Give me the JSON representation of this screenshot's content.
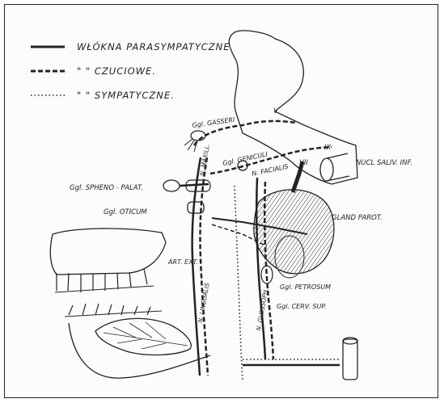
{
  "legend": {
    "items": [
      {
        "text": "WŁÓKNA PARASYMPATYCZNE",
        "style": "solid"
      },
      {
        "text": "\"    \"    CZUCIOWE.",
        "style": "dashed"
      },
      {
        "text": "\"    \"    SYMPATYCZNE.",
        "style": "dotted"
      }
    ]
  },
  "labels": {
    "v": "V",
    "gasseri": "Ggl. GASSERI",
    "vii": "VII",
    "ix": "IX",
    "nucl": "NUCL SALIV. INF.",
    "geniculi": "Ggl. GENICULI",
    "facialis": "N. FACIALIS",
    "maxill": "N. MAXILL.",
    "spheno": "Ggl. SPHENO - PALAT.",
    "oticum": "Ggl. OTICUM",
    "glandparot": "GLAND PAROT.",
    "artext": "ART. EXT.",
    "lingualis": "N. LINGUALIS",
    "petrosum": "Ggl. PETROSUM",
    "cerv": "Ggl. CERV. SUP.",
    "glosso": "N. GLOSSOPH."
  },
  "colors": {
    "ink": "#222222",
    "paper": "#fcfcfa"
  }
}
